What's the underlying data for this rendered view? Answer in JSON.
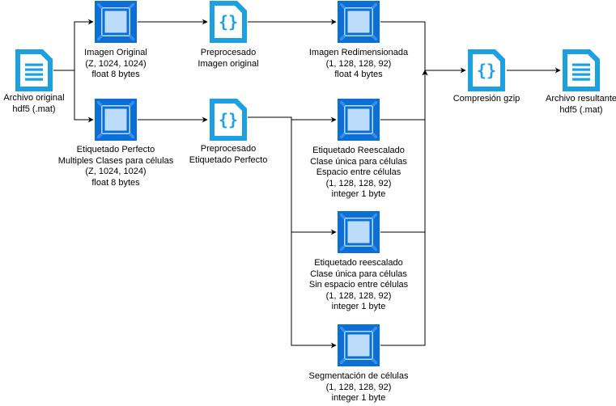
{
  "nodes": {
    "archivo_original": {
      "lines": [
        "Archivo original",
        "hdf5 (.mat)"
      ],
      "icon": "document-icon"
    },
    "imagen_original": {
      "lines": [
        "Imagen Original",
        "(Z, 1024, 1024)",
        "float 8 bytes"
      ],
      "icon": "cube-icon"
    },
    "etiquetado_perfecto": {
      "lines": [
        "Etiquetado Perfecto",
        "Multiples Clases para células",
        "(Z, 1024, 1024)",
        "float 8 bytes"
      ],
      "icon": "cube-icon"
    },
    "preproc_imagen": {
      "lines": [
        "Preprocesado",
        "Imagen original"
      ],
      "icon": "code-braces-icon"
    },
    "preproc_etiquetado": {
      "lines": [
        "Preprocesado",
        "Etiquetado Perfecto"
      ],
      "icon": "code-braces-icon"
    },
    "imagen_redim": {
      "lines": [
        "Imagen Redimensionada",
        "(1, 128, 128, 92)",
        "float 4 bytes"
      ],
      "icon": "cube-icon"
    },
    "etiq_reesc_espacio": {
      "lines": [
        "Etiquetado Reescalado",
        "Clase única para células",
        "Espacio entre células",
        "(1, 128, 128, 92)",
        "integer 1 byte"
      ],
      "icon": "cube-icon"
    },
    "etiq_reesc_sin_espacio": {
      "lines": [
        "Etiquetado reescalado",
        "Clase única para células",
        "Sin espacio entre células",
        "(1, 128, 128, 92)",
        "integer 1 byte"
      ],
      "icon": "cube-icon"
    },
    "segmentacion": {
      "lines": [
        "Segmentación de células",
        "(1, 128, 128, 92)",
        "integer 1 byte"
      ],
      "icon": "cube-icon"
    },
    "compresion": {
      "lines": [
        "Compresión gzip"
      ],
      "icon": "code-braces-icon"
    },
    "archivo_resultante": {
      "lines": [
        "Archivo resultante",
        "hdf5 (.mat)"
      ],
      "icon": "document-icon"
    }
  },
  "colors": {
    "doc_outer": "#1BA1E2",
    "doc_inner": "#FFFFFF",
    "cube_dark": "#0B6FD6",
    "cube_light": "#3C8DE8",
    "cube_face": "#BBDCFB",
    "braces": "#1BA1E2",
    "edge": "#000000",
    "text": "#000000"
  }
}
